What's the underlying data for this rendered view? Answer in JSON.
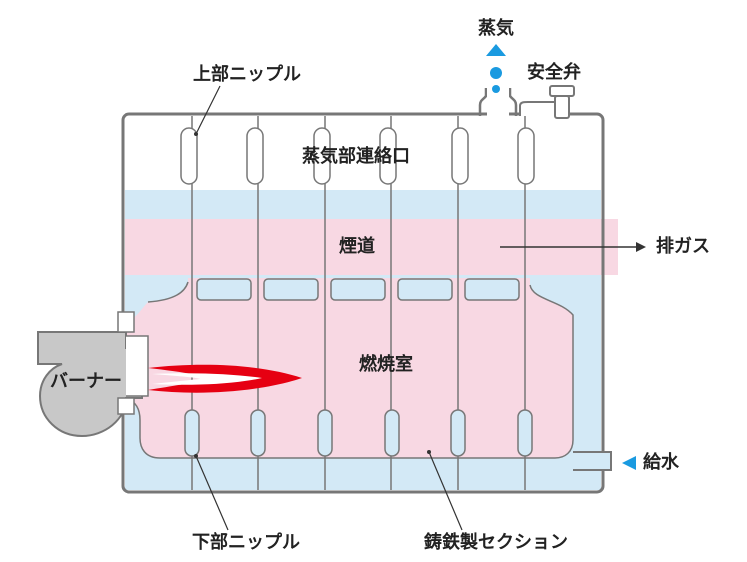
{
  "labels": {
    "steam": "蒸気",
    "safety_valve": "安全弁",
    "upper_nipple": "上部ニップル",
    "steam_passage": "蒸気部連絡口",
    "flue": "煙道",
    "exhaust_gas": "排ガス",
    "combustion_chamber": "燃焼室",
    "burner": "バーナー",
    "feed_water": "給水",
    "lower_nipple": "下部ニップル",
    "cast_iron_section": "鋳鉄製セクション"
  },
  "colors": {
    "water": "#d3e9f6",
    "gas": "#f8d8e3",
    "outline": "#777777",
    "steam_blue": "#1a9ae0",
    "flame": "#e60012",
    "burner_gray": "#c8c8c8",
    "text": "#222222"
  }
}
